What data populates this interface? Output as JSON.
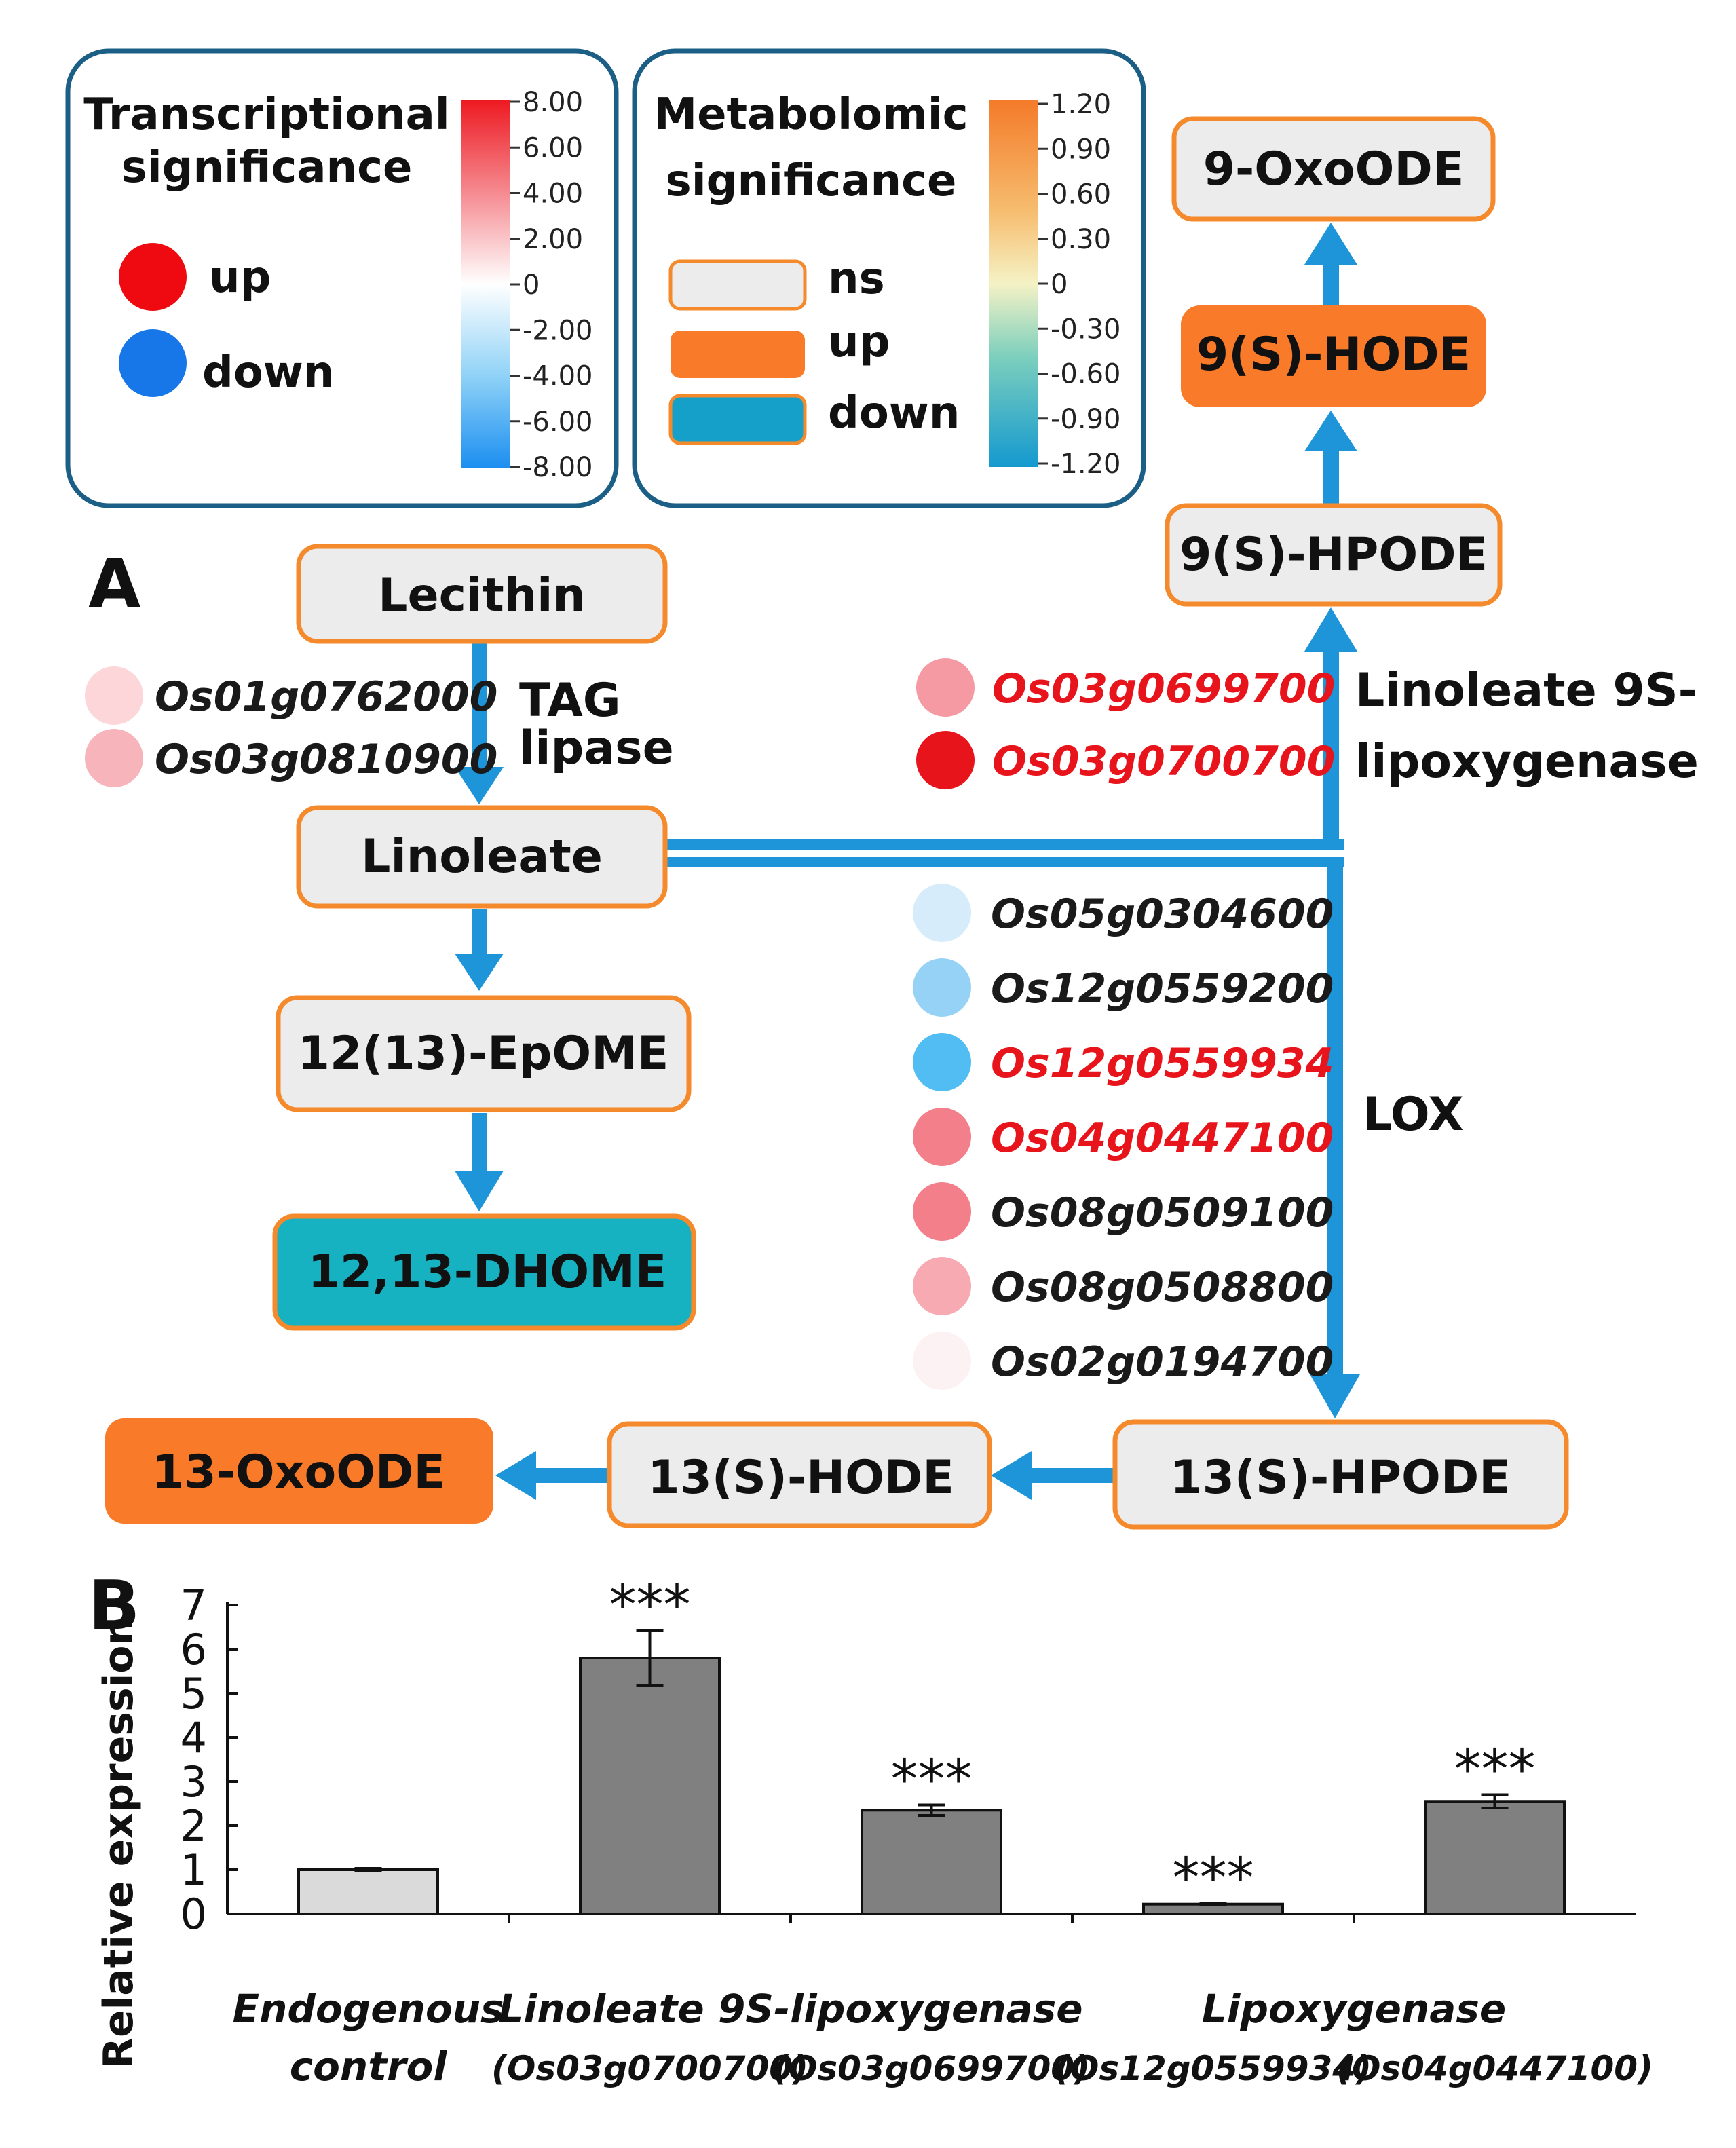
{
  "panel_labels": {
    "a": "A",
    "b": "B"
  },
  "legend_transcriptional": {
    "title_line1": "Transcriptional",
    "title_line2": "significance",
    "up_label": "up",
    "down_label": "down",
    "up_color": "#ee0a10",
    "down_color": "#1877e8",
    "scale_ticks": [
      "8.00",
      "6.00",
      "4.00",
      "2.00",
      "0",
      "-2.00",
      "-4.00",
      "-6.00",
      "-8.00"
    ]
  },
  "legend_metabolomic": {
    "title_line1": "Metabolomic",
    "title_line2": "significance",
    "ns_label": "ns",
    "up_label": "up",
    "down_label": "down",
    "ns_color": "#ececec",
    "up_color": "#f97a28",
    "down_color": "#14a0c8",
    "scale_ticks": [
      "1.20",
      "0.90",
      "0.60",
      "0.30",
      "0",
      "-0.30",
      "-0.60",
      "-0.90",
      "-1.20"
    ]
  },
  "pathway": {
    "nodes": {
      "lecithin": "Lecithin",
      "linoleate": "Linoleate",
      "epome": "12(13)-EpOME",
      "dhome": "12,13-DHOME",
      "hpode9": "9(S)-HPODE",
      "hode9": "9(S)-HODE",
      "oxoode9": "9-OxoODE",
      "hpode13": "13(S)-HPODE",
      "hode13": "13(S)-HODE",
      "oxoode13": "13-OxoODE"
    },
    "enzymes": {
      "tag_line1": "TAG",
      "tag_line2": "lipase",
      "lox9_line1": "Linoleate 9S-",
      "lox9_line2": "lipoxygenase",
      "lox": "LOX"
    },
    "genes_tag": [
      {
        "id": "Os01g0762000",
        "color": "#fcd6d9",
        "text_color": "#1a1a1a"
      },
      {
        "id": "Os03g0810900",
        "color": "#f7b4ba",
        "text_color": "#1a1a1a"
      }
    ],
    "genes_lox9": [
      {
        "id": "Os03g0699700",
        "color": "#f59aa2",
        "text_color": "#e8141c"
      },
      {
        "id": "Os03g0700700",
        "color": "#e8141c",
        "text_color": "#e8141c"
      }
    ],
    "genes_lox": [
      {
        "id": "Os05g0304600",
        "color": "#d6ecfa",
        "text_color": "#1a1a1a"
      },
      {
        "id": "Os12g0559200",
        "color": "#96d2f5",
        "text_color": "#1a1a1a"
      },
      {
        "id": "Os12g0559934",
        "color": "#52bdf2",
        "text_color": "#e8141c"
      },
      {
        "id": "Os04g0447100",
        "color": "#f27f89",
        "text_color": "#e8141c"
      },
      {
        "id": "Os08g0509100",
        "color": "#f27f89",
        "text_color": "#1a1a1a"
      },
      {
        "id": "Os08g0508800",
        "color": "#f7aab1",
        "text_color": "#1a1a1a"
      },
      {
        "id": "Os02g0194700",
        "color": "#fdf2f3",
        "text_color": "#1a1a1a"
      }
    ],
    "colors": {
      "arrow": "#1d95d8",
      "node_border": "#f58a2c",
      "node_ns": "#ececec",
      "node_up": "#f97a28",
      "node_down": "#17b2c2"
    }
  },
  "chart_data": {
    "type": "bar",
    "ylabel": "Relative expression",
    "ylim": [
      0,
      7
    ],
    "yticks": [
      "0",
      "1",
      "2",
      "3",
      "4",
      "5",
      "6",
      "7"
    ],
    "group_labels": [
      {
        "line1": "Endogenous",
        "line2": "control"
      },
      {
        "line1": "Linoleate 9S-lipoxygenase",
        "line2": ""
      },
      {
        "line1": "Lipoxygenase",
        "line2": ""
      }
    ],
    "categories": [
      "(Os03g0700700)",
      "(Os03g0699700)",
      "(Os12g0559934)",
      "(Os04g0447100)"
    ],
    "values": [
      1.0,
      5.8,
      2.35,
      0.22,
      2.55
    ],
    "errors": [
      0.03,
      0.62,
      0.12,
      0.02,
      0.15
    ],
    "significance": [
      "",
      "***",
      "***",
      "***",
      "***"
    ],
    "bar_colors": [
      "#dadada",
      "#808080",
      "#808080",
      "#808080",
      "#808080"
    ]
  }
}
